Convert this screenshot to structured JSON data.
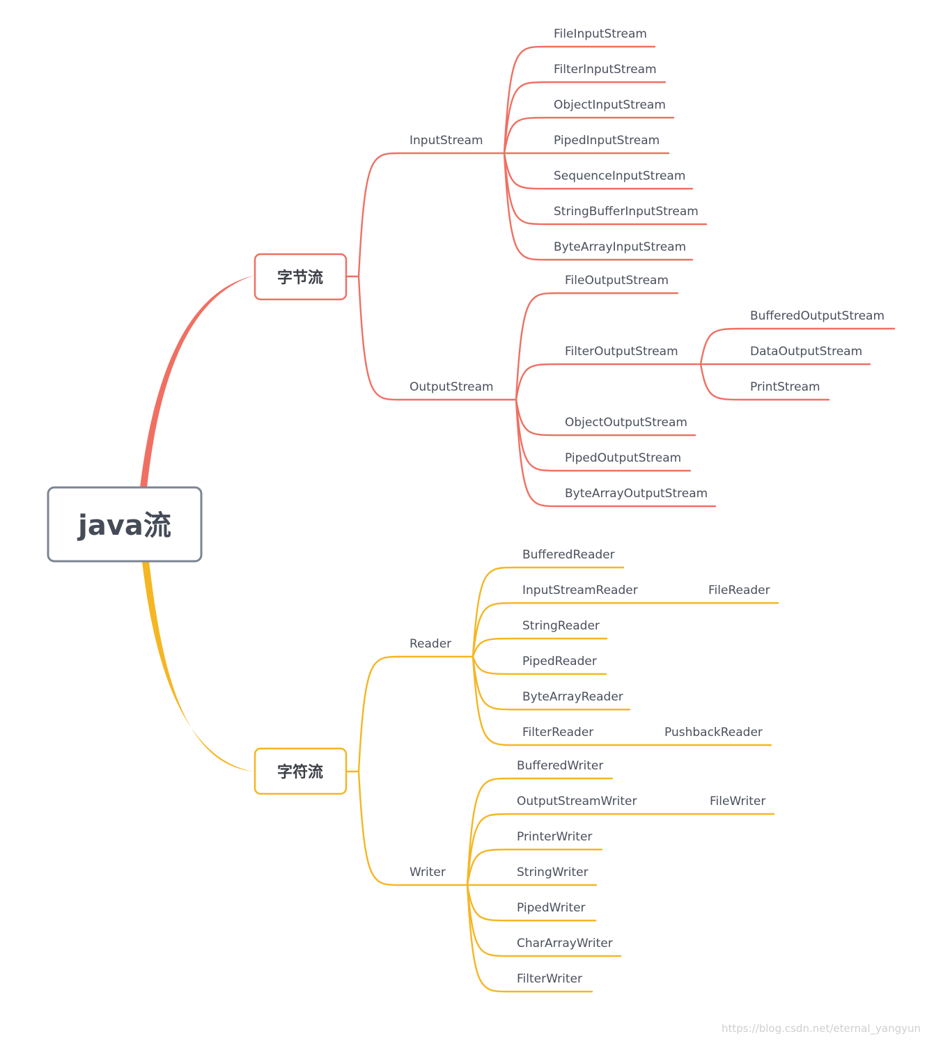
{
  "root": "java流",
  "colors": {
    "byte": "#ef7063",
    "char": "#f5b623",
    "root_border": "#7d8593",
    "text": "#4a4f5c"
  },
  "byte_category": {
    "label": "字节流",
    "input": {
      "label": "InputStream",
      "children": [
        "FileInputStream",
        "FilterInputStream",
        "ObjectInputStream",
        "PipedInputStream",
        "SequenceInputStream",
        "StringBufferInputStream",
        "ByteArrayInputStream"
      ]
    },
    "output": {
      "label": "OutputStream",
      "children": [
        "FileOutputStream",
        "FilterOutputStream",
        "ObjectOutputStream",
        "PipedOutputStream",
        "ByteArrayOutputStream"
      ],
      "filter_children": [
        "BufferedOutputStream",
        "DataOutputStream",
        "PrintStream"
      ]
    }
  },
  "char_category": {
    "label": "字符流",
    "reader": {
      "label": "Reader",
      "children": [
        "BufferedReader",
        "InputStreamReader",
        "StringReader",
        "PipedReader",
        "ByteArrayReader",
        "FilterReader"
      ],
      "input_stream_reader_child": "FileReader",
      "filter_reader_child": "PushbackReader"
    },
    "writer": {
      "label": "Writer",
      "children": [
        "BufferedWriter",
        "OutputStreamWriter",
        "PrinterWriter",
        "StringWriter",
        "PipedWriter",
        "CharArrayWriter",
        "FilterWriter"
      ],
      "output_stream_writer_child": "FileWriter"
    }
  },
  "watermark": "https://blog.csdn.net/eternal_yangyun"
}
